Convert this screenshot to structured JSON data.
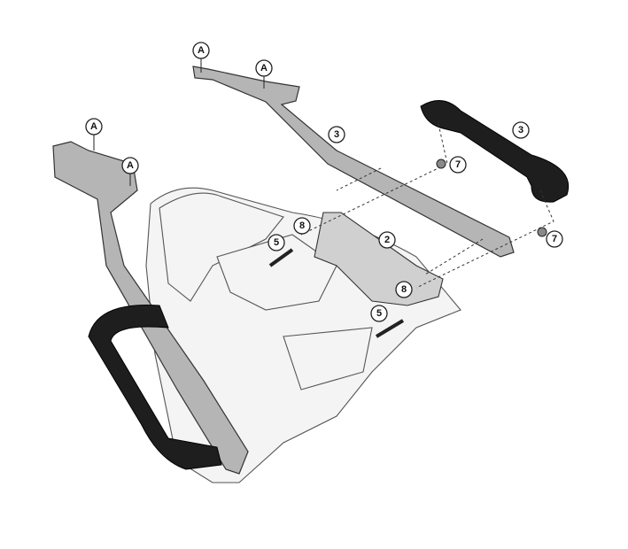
{
  "diagram": {
    "title": "Rear rack assembly exploded view",
    "callouts": [
      {
        "id": "a1",
        "label": "A"
      },
      {
        "id": "a2",
        "label": "A"
      },
      {
        "id": "a3",
        "label": "A"
      },
      {
        "id": "a4",
        "label": "A"
      },
      {
        "id": "p3a",
        "label": "3"
      },
      {
        "id": "p3b",
        "label": "3"
      },
      {
        "id": "p7a",
        "label": "7"
      },
      {
        "id": "p7b",
        "label": "7"
      },
      {
        "id": "p2",
        "label": "2"
      },
      {
        "id": "p8a",
        "label": "8"
      },
      {
        "id": "p8b",
        "label": "8"
      },
      {
        "id": "p5a",
        "label": "5"
      },
      {
        "id": "p5b",
        "label": "5"
      }
    ],
    "colors": {
      "bar": "#b5b5b5",
      "handle": "#1e1e1e",
      "outline": "#333333"
    }
  }
}
